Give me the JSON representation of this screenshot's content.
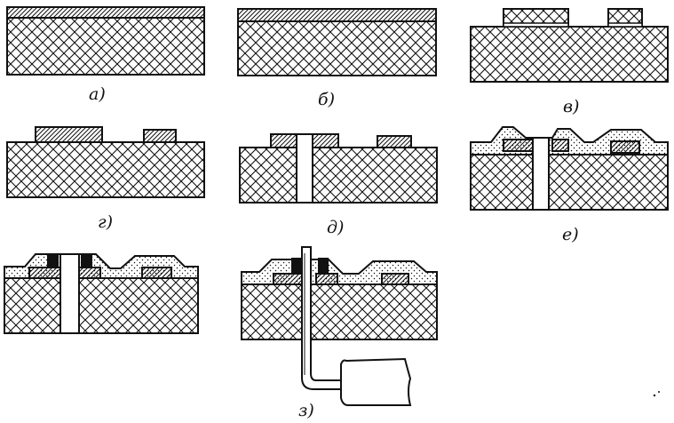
{
  "figure": {
    "captions": {
      "a": "а)",
      "b": "б)",
      "v": "в)",
      "g": "г)",
      "d": "д)",
      "e": "е)",
      "z": "з)"
    }
  },
  "colors": {
    "ink": "#111111",
    "paper": "#ffffff",
    "dielectric_dots": "#111111",
    "contact_fill": "#111111"
  }
}
